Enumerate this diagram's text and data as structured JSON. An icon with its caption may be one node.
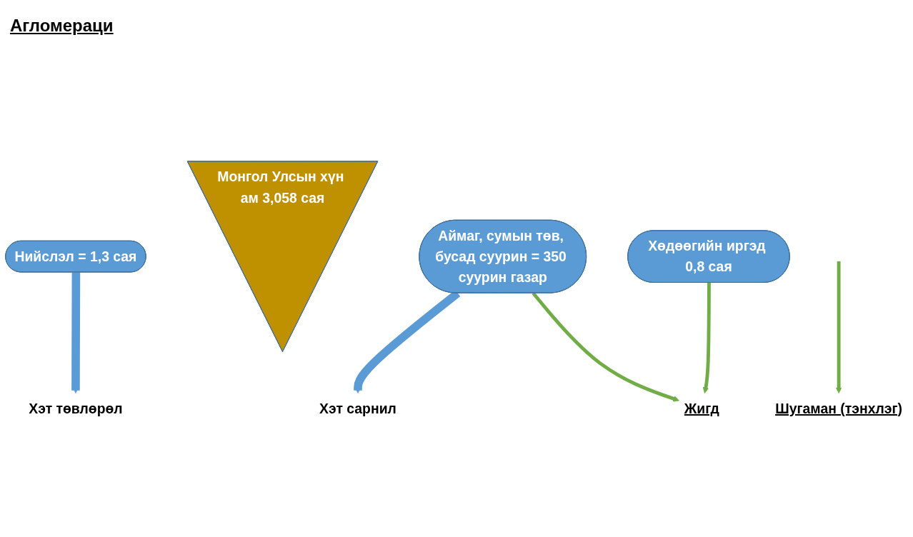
{
  "diagram": {
    "nodes": [
      {
        "text": [
          "Нийслэл = 1,3 сая"
        ]
      },
      {
        "text": [
          "Монгол Улсын хүн ам 3,058 сая"
        ]
      },
      {
        "text": [
          "Аймаг, сумын төв, бусад суурин = 350 суурин газар"
        ]
      },
      {
        "text": [
          "Хэт төвлөрөл"
        ]
      },
      {
        "text": [
          "Хэт сарнил"
        ]
      },
      {
        "text": [
          "Хөдөөгийн иргэд 0,8 сая"
        ]
      },
      {
        "text": [
          "Жигд"
        ]
      },
      {
        "text": [
          "Шугаман (тэнхлэг)"
        ]
      }
    ],
    "edges": [
      {
        "from": 0,
        "to": 3,
        "arrow": "to",
        "style": "thick",
        "color": "#5b9bd5"
      },
      {
        "from": 2,
        "to": 4,
        "arrow": "to",
        "style": "thick",
        "color": "#5b9bd5"
      },
      {
        "from": 2,
        "to": 6,
        "arrow": "to"
      },
      {
        "from": 5,
        "to": 6,
        "arrow": "to"
      },
      {
        "from": null,
        "to": 7,
        "arrow": "to"
      }
    ],
    "labels": [
      "Агломераци"
    ]
  }
}
